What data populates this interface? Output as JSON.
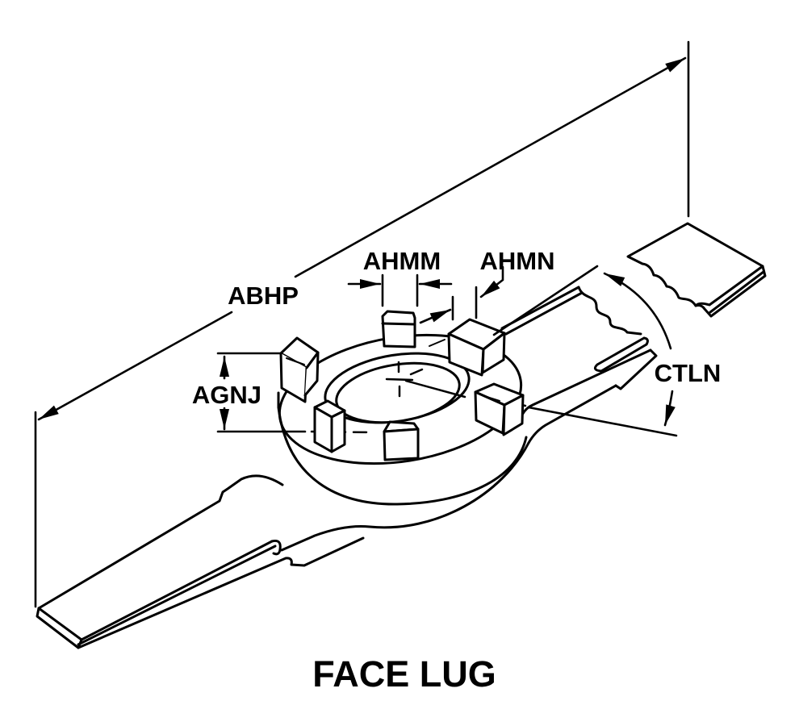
{
  "figure": {
    "caption": "FACE LUG",
    "callouts": [
      {
        "id": "abhp",
        "text": "ABHP",
        "meaning": "overall-length-dimension"
      },
      {
        "id": "ahmm",
        "text": "AHMM",
        "meaning": "top-lug-width-dimension"
      },
      {
        "id": "ahmn",
        "text": "AHMN",
        "meaning": "side-lug-width-dimension"
      },
      {
        "id": "agnj",
        "text": "AGNJ",
        "meaning": "lug-height-dimension"
      },
      {
        "id": "ctln",
        "text": "CTLN",
        "meaning": "handle-section-dimension"
      }
    ],
    "colors": {
      "line": "#000000",
      "background": "#ffffff"
    }
  }
}
